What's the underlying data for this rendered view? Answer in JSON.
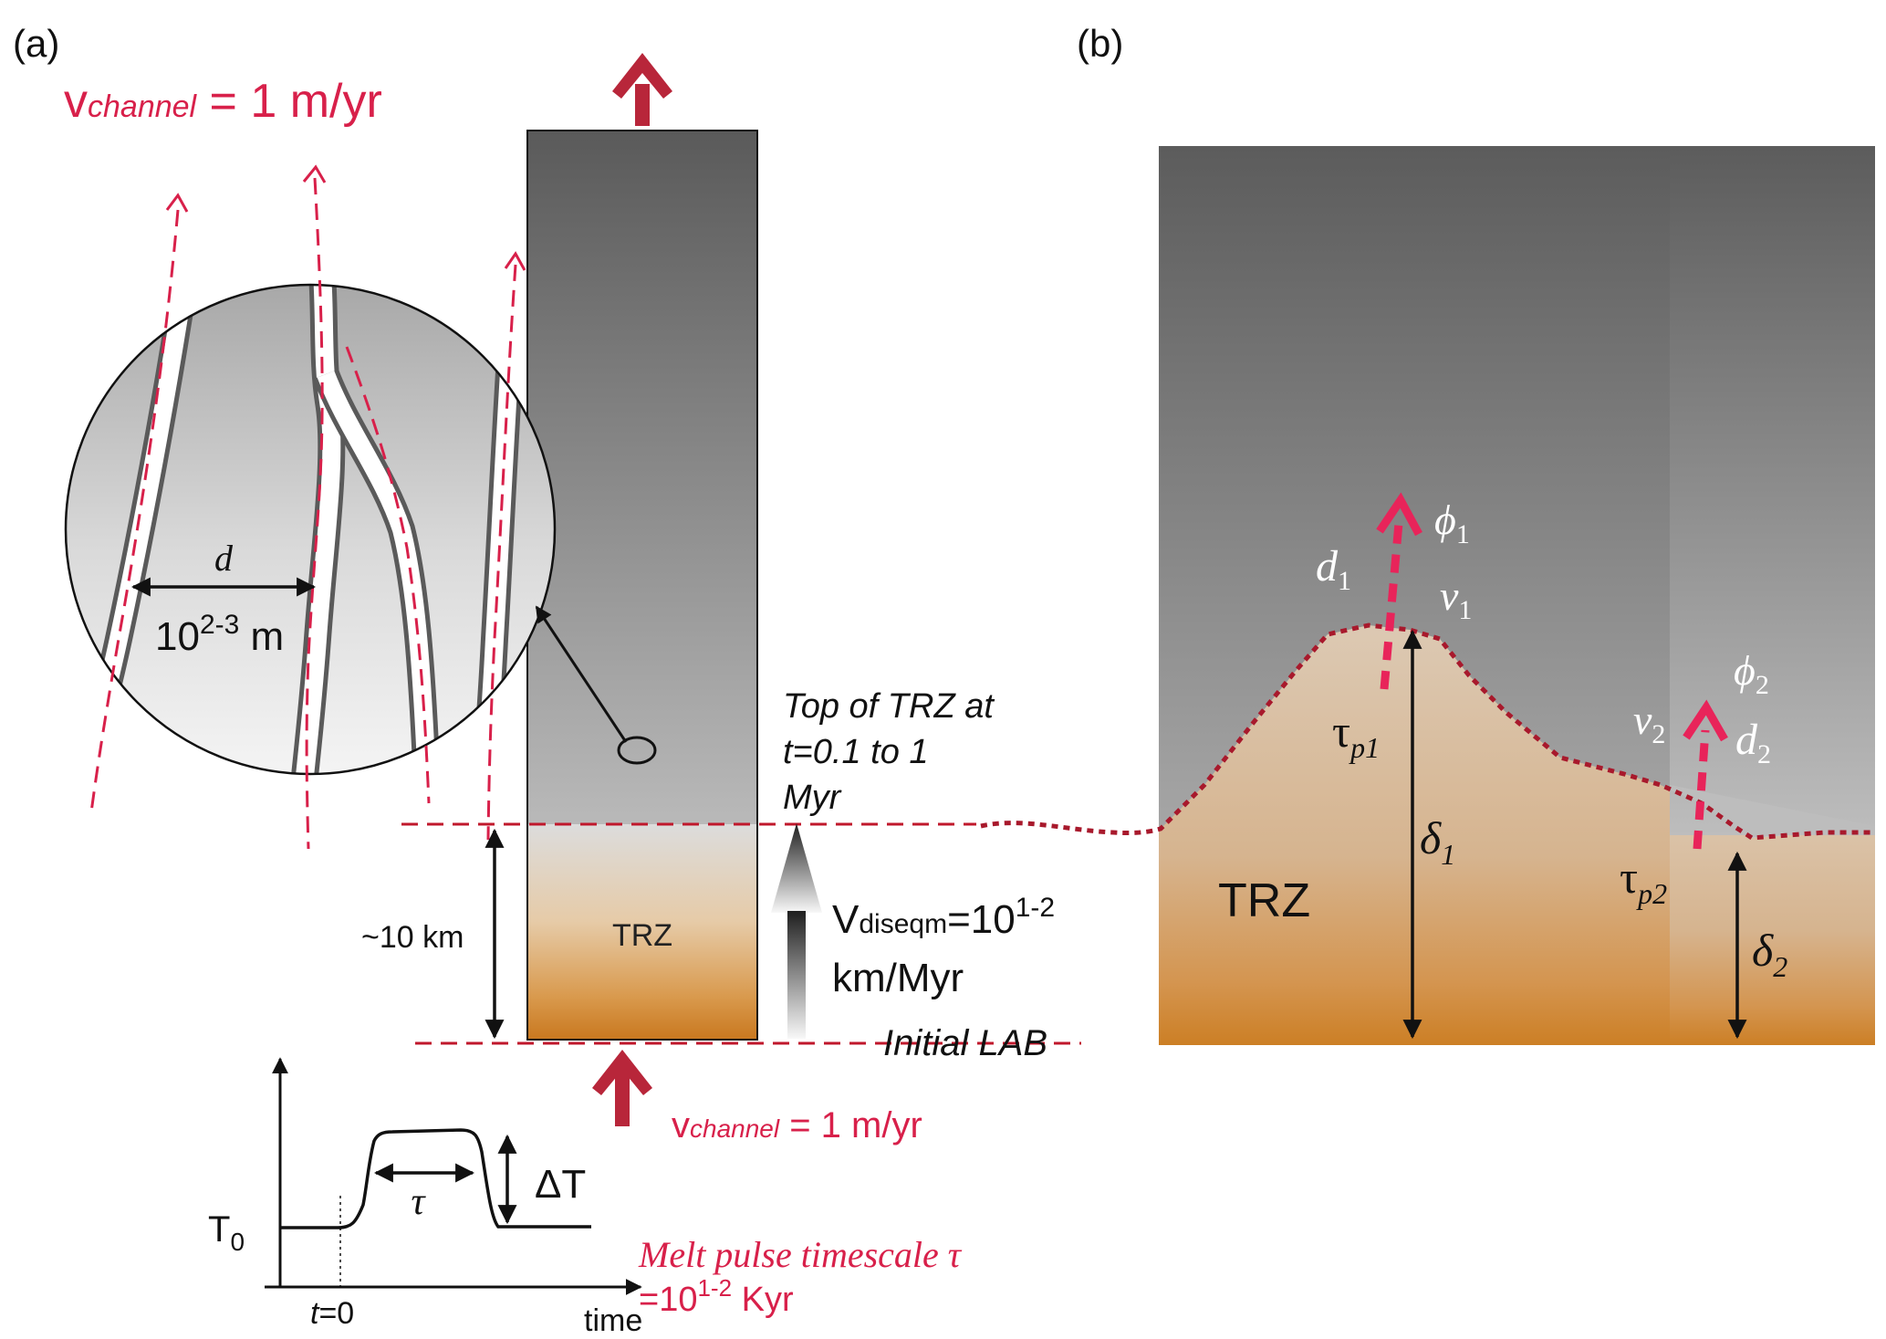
{
  "panel_a": {
    "label": "(a)",
    "v_channel_top": {
      "sym": "v",
      "sub": "channel",
      "rest": " = 1 m/yr"
    },
    "channel_spacing": {
      "sym": "d",
      "value": "10",
      "exp": "2-3",
      "unit": " m"
    },
    "column_label": "TRZ",
    "trz_thickness": "~10 km",
    "top_of_trz": [
      "Top of TRZ at",
      "t=0.1 to 1",
      "Myr"
    ],
    "v_diseqm": {
      "sym": "V",
      "sub": "diseqm",
      "eq": "=10",
      "exp": "1-2",
      "unit": "km/Myr"
    },
    "initial_lab": "Initial LAB",
    "v_channel_bottom": {
      "sym": "v",
      "sub": "channel",
      "rest": " = 1 m/yr"
    },
    "pulse_plot": {
      "y0": "T",
      "y0_sub": "0",
      "delta_t": "ΔT",
      "tau": "τ",
      "t0_t": "t",
      "t0_rest": "=0",
      "xlabel": "time"
    },
    "melt_pulse": [
      "Melt pulse timescale τ",
      "=10",
      "1-2",
      " Kyr"
    ]
  },
  "panel_b": {
    "label": "(b)",
    "zone_label": "TRZ",
    "phi1": {
      "sym": "ϕ",
      "sub": "1"
    },
    "d1": {
      "sym": "d",
      "sub": "1"
    },
    "v1": {
      "sym": "v",
      "sub": "1"
    },
    "tau_p1": {
      "sym": "τ",
      "sub": "p1"
    },
    "delta1": {
      "sym": "δ",
      "sub": "1"
    },
    "phi2": {
      "sym": "ϕ",
      "sub": "2"
    },
    "v2": {
      "sym": "v",
      "sub": "2"
    },
    "d2": {
      "sym": "d",
      "sub": "2"
    },
    "tau_p2": {
      "sym": "τ",
      "sub": "p2"
    },
    "delta2": {
      "sym": "δ",
      "sub": "2"
    }
  },
  "colors": {
    "accent_red": "#d8204a",
    "dark_red": "#a8192c",
    "trz_orange": "#cf8a3a",
    "gray_top": "#5c5c5c"
  }
}
